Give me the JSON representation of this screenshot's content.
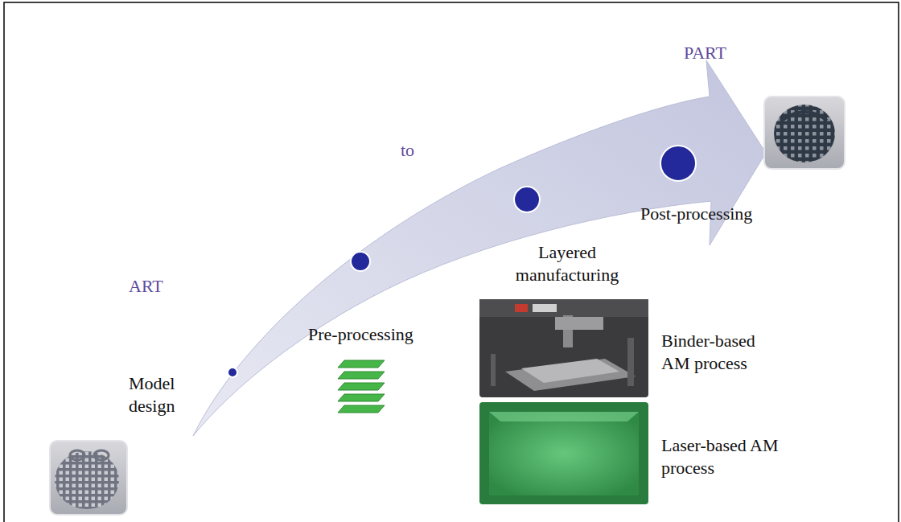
{
  "diagram": {
    "labels": [
      "ART",
      "to",
      "PART",
      "Model design",
      "Pre-processing",
      "Layered manufacturing",
      "Post-processing",
      "Binder-based AM process",
      "Laser-based AM process"
    ]
  }
}
